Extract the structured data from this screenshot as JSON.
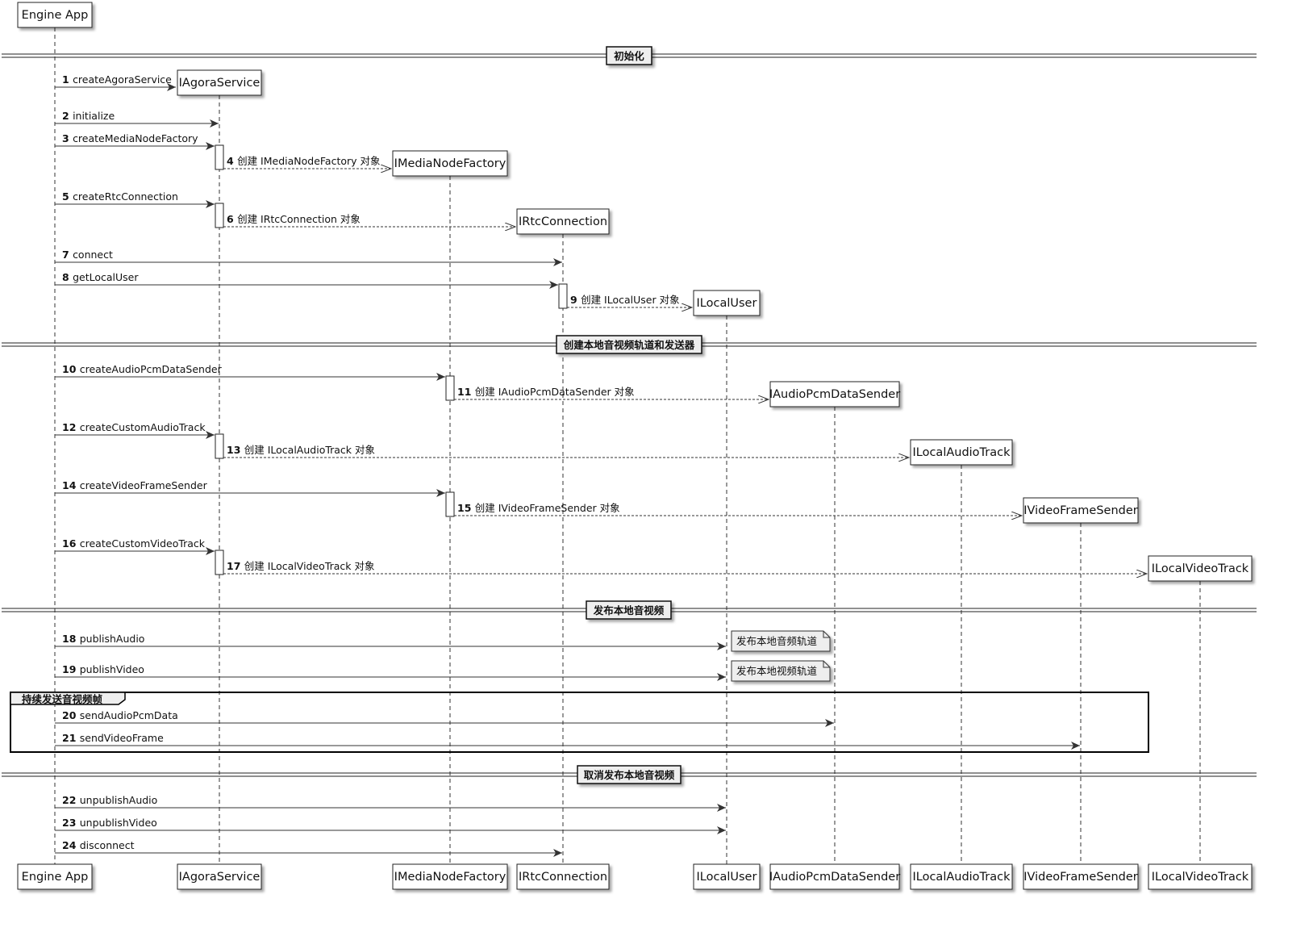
{
  "participants": [
    {
      "id": "engine",
      "label": "Engine App"
    },
    {
      "id": "agora",
      "label": "IAgoraService"
    },
    {
      "id": "factory",
      "label": "IMediaNodeFactory"
    },
    {
      "id": "rtc",
      "label": "IRtcConnection"
    },
    {
      "id": "user",
      "label": "ILocalUser"
    },
    {
      "id": "pcmsender",
      "label": "IAudioPcmDataSender"
    },
    {
      "id": "audiotrack",
      "label": "ILocalAudioTrack"
    },
    {
      "id": "vsender",
      "label": "IVideoFrameSender"
    },
    {
      "id": "videotrack",
      "label": "ILocalVideoTrack"
    }
  ],
  "dividers": [
    {
      "label": "初始化"
    },
    {
      "label": "创建本地音视频轨道和发送器"
    },
    {
      "label": "发布本地音视频"
    },
    {
      "label": "取消发布本地音视频"
    }
  ],
  "messages": [
    {
      "num": "1",
      "text": "createAgoraService",
      "from": "engine",
      "to": "agora",
      "type": "create"
    },
    {
      "num": "2",
      "text": "initialize",
      "from": "engine",
      "to": "agora",
      "type": "call"
    },
    {
      "num": "3",
      "text": "createMediaNodeFactory",
      "from": "engine",
      "to": "agora",
      "type": "call"
    },
    {
      "num": "4",
      "text": "创建 IMediaNodeFactory 对象",
      "from": "agora",
      "to": "factory",
      "type": "create-return"
    },
    {
      "num": "5",
      "text": "createRtcConnection",
      "from": "engine",
      "to": "agora",
      "type": "call"
    },
    {
      "num": "6",
      "text": "创建 IRtcConnection 对象",
      "from": "agora",
      "to": "rtc",
      "type": "create-return"
    },
    {
      "num": "7",
      "text": "connect",
      "from": "engine",
      "to": "rtc",
      "type": "call"
    },
    {
      "num": "8",
      "text": "getLocalUser",
      "from": "engine",
      "to": "rtc",
      "type": "call"
    },
    {
      "num": "9",
      "text": "创建 ILocalUser 对象",
      "from": "rtc",
      "to": "user",
      "type": "create-return"
    },
    {
      "num": "10",
      "text": "createAudioPcmDataSender",
      "from": "engine",
      "to": "factory",
      "type": "call"
    },
    {
      "num": "11",
      "text": "创建 IAudioPcmDataSender 对象",
      "from": "factory",
      "to": "pcmsender",
      "type": "create-return"
    },
    {
      "num": "12",
      "text": "createCustomAudioTrack",
      "from": "engine",
      "to": "agora",
      "type": "call"
    },
    {
      "num": "13",
      "text": "创建 ILocalAudioTrack 对象",
      "from": "agora",
      "to": "audiotrack",
      "type": "create-return"
    },
    {
      "num": "14",
      "text": "createVideoFrameSender",
      "from": "engine",
      "to": "factory",
      "type": "call"
    },
    {
      "num": "15",
      "text": "创建 IVideoFrameSender 对象",
      "from": "factory",
      "to": "vsender",
      "type": "create-return"
    },
    {
      "num": "16",
      "text": "createCustomVideoTrack",
      "from": "engine",
      "to": "agora",
      "type": "call"
    },
    {
      "num": "17",
      "text": "创建 ILocalVideoTrack 对象",
      "from": "agora",
      "to": "videotrack",
      "type": "create-return"
    },
    {
      "num": "18",
      "text": "publishAudio",
      "from": "engine",
      "to": "user",
      "type": "call"
    },
    {
      "num": "19",
      "text": "publishVideo",
      "from": "engine",
      "to": "user",
      "type": "call"
    },
    {
      "num": "20",
      "text": "sendAudioPcmData",
      "from": "engine",
      "to": "pcmsender",
      "type": "call"
    },
    {
      "num": "21",
      "text": "sendVideoFrame",
      "from": "engine",
      "to": "vsender",
      "type": "call"
    },
    {
      "num": "22",
      "text": "unpublishAudio",
      "from": "engine",
      "to": "user",
      "type": "call"
    },
    {
      "num": "23",
      "text": "unpublishVideo",
      "from": "engine",
      "to": "user",
      "type": "call"
    },
    {
      "num": "24",
      "text": "disconnect",
      "from": "engine",
      "to": "rtc",
      "type": "call"
    }
  ],
  "notes": [
    {
      "text": "发布本地音频轨道"
    },
    {
      "text": "发布本地视频轨道"
    }
  ],
  "group": {
    "label": "持续发送音视频帧"
  }
}
